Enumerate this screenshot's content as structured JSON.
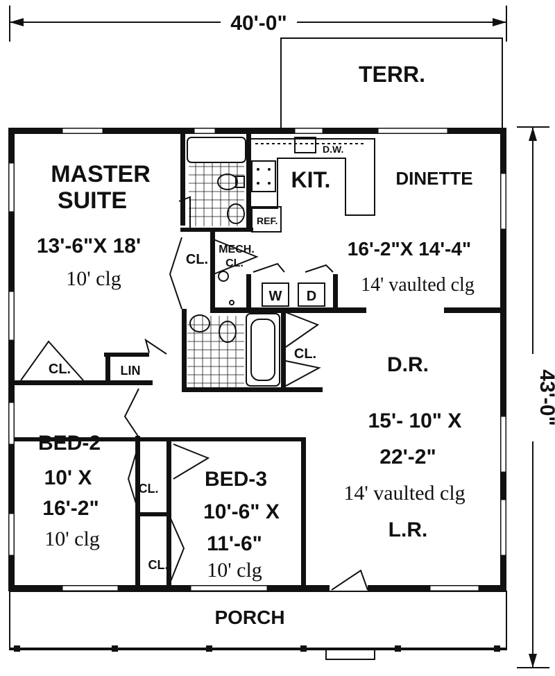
{
  "dimensions": {
    "width": "40'-0\"",
    "depth": "43'-0\""
  },
  "rooms": {
    "terrace": {
      "name": "TERR."
    },
    "master": {
      "name_line1": "MASTER",
      "name_line2": "SUITE",
      "size": "13'-6\"X 18'",
      "ceiling": "10' clg"
    },
    "kitchen": {
      "name": "KIT."
    },
    "dinette": {
      "name": "DINETTE",
      "size": "16'-2\"X 14'-4\"",
      "ceiling": "14' vaulted clg"
    },
    "dining": {
      "name": "D.R.",
      "size_line1": "15'- 10\" X",
      "size_line2": "22'-2\"",
      "ceiling": "14' vaulted clg",
      "living": "L.R."
    },
    "bed2": {
      "name": "BED-2",
      "size_line1": "10' X",
      "size_line2": "16'-2\"",
      "ceiling": "10' clg"
    },
    "bed3": {
      "name": "BED-3",
      "size_line1": "10'-6\" X",
      "size_line2": "11'-6\"",
      "ceiling": "10' clg"
    },
    "porch": {
      "name": "PORCH"
    }
  },
  "labels": {
    "closet": "CL.",
    "linen": "LIN",
    "mech_line1": "MECH.",
    "mech_line2": "CL.",
    "refrigerator": "REF.",
    "dishwasher": "D.W.",
    "washer": "W",
    "dryer": "D"
  }
}
